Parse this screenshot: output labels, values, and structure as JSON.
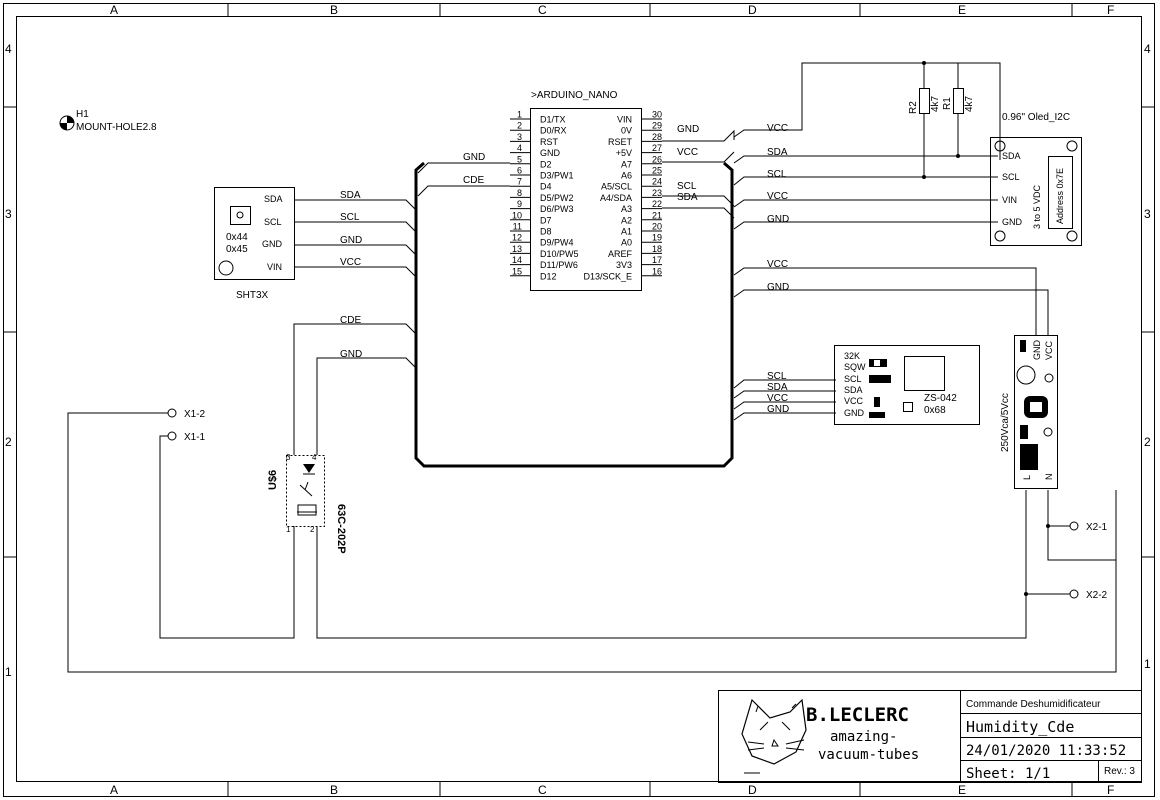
{
  "frame": {
    "columns": [
      "A",
      "B",
      "C",
      "D",
      "E",
      "F"
    ],
    "rows": [
      "4",
      "3",
      "2",
      "1"
    ]
  },
  "mount_hole": {
    "ref": "H1",
    "value": "MOUNT-HOLE2.8"
  },
  "arduino": {
    "title": ">ARDUINO_NANO",
    "left_pins": [
      {
        "num": "1",
        "name": "D1/TX"
      },
      {
        "num": "2",
        "name": "D0/RX"
      },
      {
        "num": "3",
        "name": "RST"
      },
      {
        "num": "4",
        "name": "GND"
      },
      {
        "num": "5",
        "name": "D2"
      },
      {
        "num": "6",
        "name": "D3/PW1"
      },
      {
        "num": "7",
        "name": "D4"
      },
      {
        "num": "8",
        "name": "D5/PW2"
      },
      {
        "num": "9",
        "name": "D6/PW3"
      },
      {
        "num": "10",
        "name": "D7"
      },
      {
        "num": "11",
        "name": "D8"
      },
      {
        "num": "12",
        "name": "D9/PW4"
      },
      {
        "num": "13",
        "name": "D10/PW5"
      },
      {
        "num": "14",
        "name": "D11/PW6"
      },
      {
        "num": "15",
        "name": "D12"
      }
    ],
    "right_pins": [
      {
        "num": "30",
        "name": "VIN"
      },
      {
        "num": "29",
        "name": "0V"
      },
      {
        "num": "28",
        "name": "RSET"
      },
      {
        "num": "27",
        "name": "+5V"
      },
      {
        "num": "26",
        "name": "A7"
      },
      {
        "num": "25",
        "name": "A6"
      },
      {
        "num": "24",
        "name": "A5/SCL"
      },
      {
        "num": "23",
        "name": "A4/SDA"
      },
      {
        "num": "22",
        "name": "A3"
      },
      {
        "num": "21",
        "name": "A2"
      },
      {
        "num": "20",
        "name": "A1"
      },
      {
        "num": "19",
        "name": "A0"
      },
      {
        "num": "18",
        "name": "AREF"
      },
      {
        "num": "17",
        "name": "3V3"
      },
      {
        "num": "16",
        "name": "D13/SCK_E"
      }
    ]
  },
  "nets": {
    "gnd": "GND",
    "vcc": "VCC",
    "sda": "SDA",
    "scl": "SCL",
    "cde": "CDE"
  },
  "sht3x": {
    "name": "SHT3X",
    "addr1": "0x44",
    "addr2": "0x45",
    "pins": [
      "SDA",
      "SCL",
      "GND",
      "VIN"
    ]
  },
  "oled": {
    "title": "0.96\" Oled_I2C",
    "pins": [
      "SDA",
      "SCL",
      "VIN",
      "GND"
    ],
    "voltage": "3 to 5 VDC",
    "address": "Address 0x7E"
  },
  "resistors": [
    {
      "ref": "R2",
      "value": "4k7"
    },
    {
      "ref": "R1",
      "value": "4k7"
    }
  ],
  "rtc": {
    "pins": [
      "32K",
      "SQW",
      "SCL",
      "SDA",
      "VCC",
      "GND"
    ],
    "name": "ZS-042",
    "addr": "0x68"
  },
  "relay": {
    "pin_gnd": "GND",
    "pin_vcc": "VCC",
    "rating": "250Vca/5Vcc",
    "term_l": "L",
    "term_n": "N"
  },
  "optocoupler": {
    "ref": "U$6",
    "part": "63C-202P",
    "pins": [
      "3",
      "4",
      "1",
      "2"
    ]
  },
  "connectors": [
    {
      "label": "X1-2"
    },
    {
      "label": "X1-1"
    },
    {
      "label": "X2-1"
    },
    {
      "label": "X2-2"
    }
  ],
  "title_block": {
    "author": "B.LECLERC",
    "tagline1": "amazing-",
    "tagline2": "vacuum-tubes",
    "project": "Commande Deshumidificateur",
    "name": "Humidity_Cde",
    "datetime": "24/01/2020 11:33:52",
    "sheet": "Sheet: 1/1",
    "rev": "Rev.: 3"
  }
}
